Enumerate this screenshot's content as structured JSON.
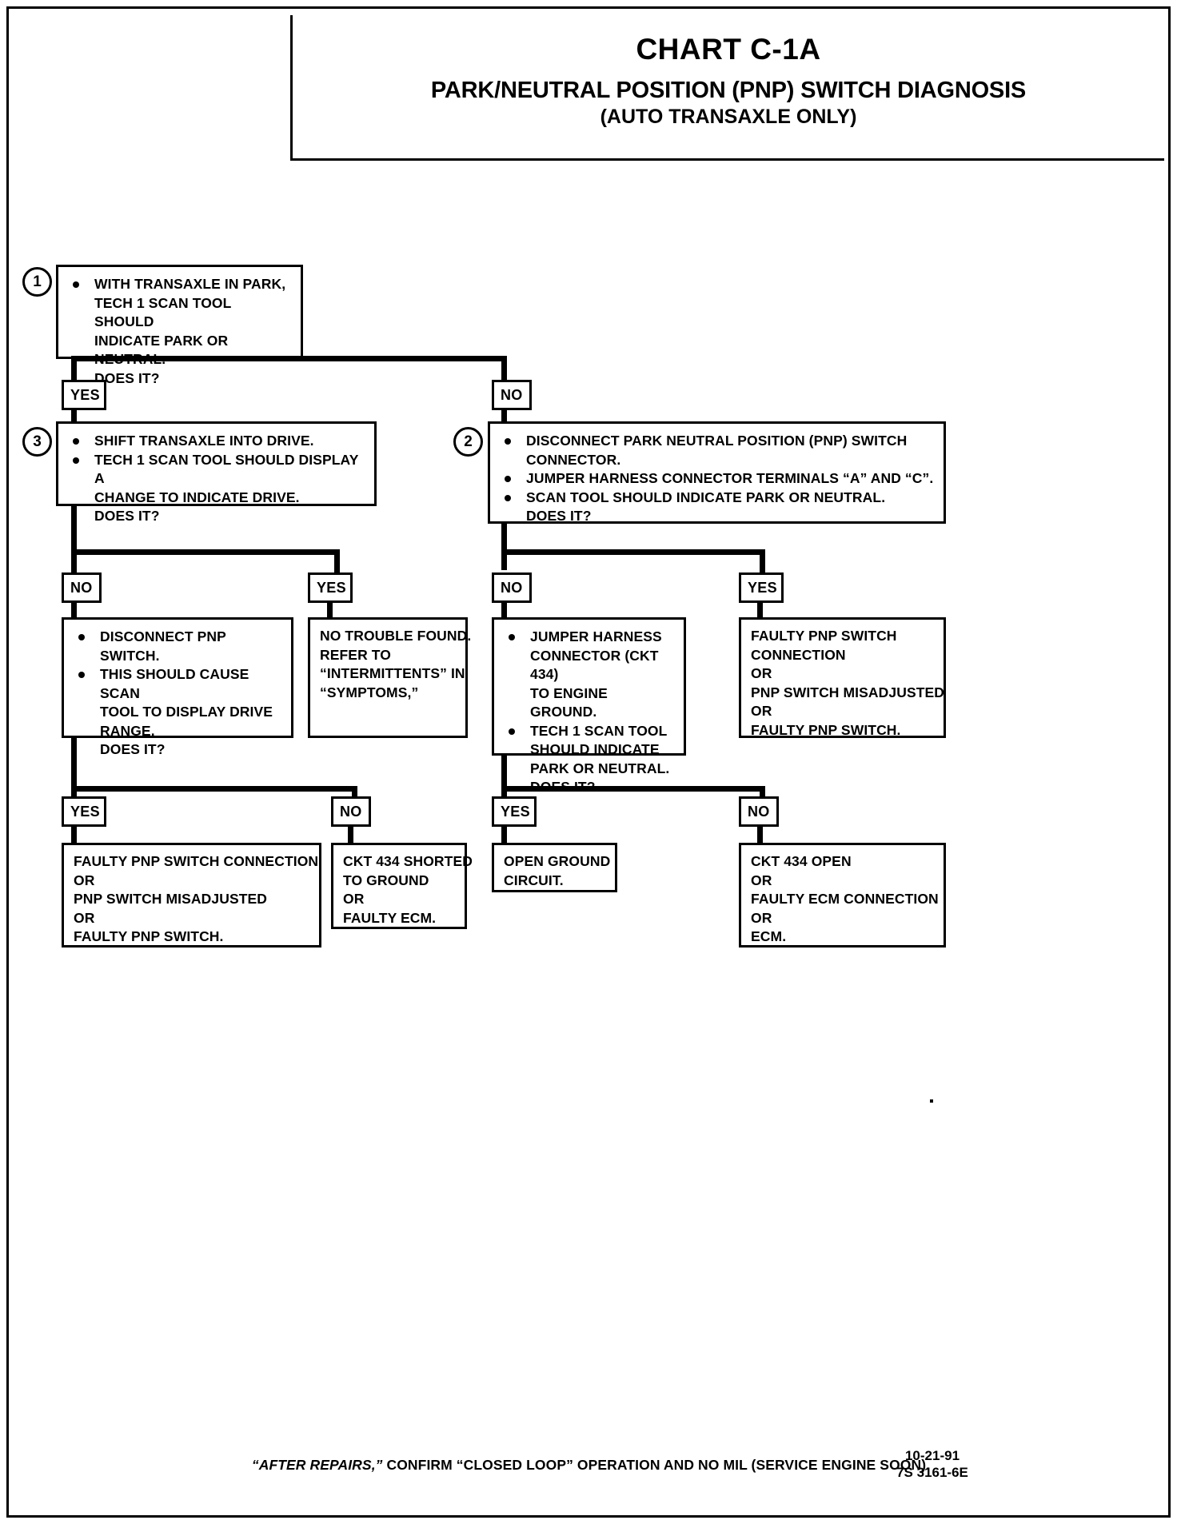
{
  "header": {
    "chart_number": "CHART C-1A",
    "title": "PARK/NEUTRAL POSITION (PNP) SWITCH DIAGNOSIS",
    "subtitle": "(AUTO TRANSAXLE ONLY)"
  },
  "steps": {
    "one": {
      "number": "1",
      "lines": [
        "WITH TRANSAXLE IN PARK,",
        "TECH 1 SCAN TOOL SHOULD",
        "INDICATE PARK OR NEUTRAL.",
        "DOES IT?"
      ]
    },
    "two": {
      "number": "2",
      "bullet1_l1": "DISCONNECT PARK NEUTRAL POSITION (PNP) SWITCH",
      "bullet1_l2": "CONNECTOR.",
      "bullet2": "JUMPER HARNESS CONNECTOR TERMINALS “A” AND “C”.",
      "bullet3_l1": "SCAN TOOL SHOULD INDICATE PARK OR NEUTRAL.",
      "bullet3_l2": "DOES IT?"
    },
    "three": {
      "number": "3",
      "bullet1": "SHIFT TRANSAXLE INTO DRIVE.",
      "bullet2_l1": "TECH 1 SCAN TOOL SHOULD DISPLAY A",
      "bullet2_l2": "CHANGE TO INDICATE DRIVE.",
      "bullet2_l3": "DOES IT?"
    }
  },
  "answers": {
    "q1_yes": "YES",
    "q1_no": "NO",
    "q3_no": "NO",
    "q3_yes": "YES",
    "q2_no": "NO",
    "q2_yes": "YES",
    "q4_yes": "YES",
    "q4_no": "NO",
    "q5_yes": "YES",
    "q5_no": "NO"
  },
  "boxes": {
    "disconnect_pnp": {
      "bullet1": "DISCONNECT PNP SWITCH.",
      "bullet2_l1": "THIS SHOULD CAUSE SCAN",
      "bullet2_l2": "TOOL TO DISPLAY DRIVE",
      "bullet2_l3": "RANGE.",
      "bullet2_l4": "DOES IT?"
    },
    "no_trouble": {
      "l1": "NO TROUBLE FOUND.",
      "l2": "REFER TO",
      "l3": "“INTERMITTENTS” IN",
      "l4": "“SYMPTOMS,”"
    },
    "jumper_ground": {
      "bullet1_l1": "JUMPER HARNESS",
      "bullet1_l2": "CONNECTOR (CKT 434)",
      "bullet1_l3": "TO ENGINE GROUND.",
      "bullet2_l1": "TECH 1 SCAN TOOL",
      "bullet2_l2": "SHOULD INDICATE",
      "bullet2_l3": "PARK OR NEUTRAL.",
      "bullet2_l4": "DOES IT?"
    },
    "faulty_conn_right": {
      "l1": "FAULTY PNP SWITCH",
      "l2": "CONNECTION",
      "l3": "OR",
      "l4": "PNP SWITCH MISADJUSTED",
      "l5": "OR",
      "l6": "FAULTY PNP SWITCH."
    },
    "faulty_conn_left": {
      "l1": "FAULTY PNP SWITCH CONNECTION",
      "l2": "OR",
      "l3": "PNP SWITCH MISADJUSTED",
      "l4": "OR",
      "l5": "FAULTY PNP SWITCH."
    },
    "ckt_shorted": {
      "l1": "CKT 434 SHORTED",
      "l2": "TO GROUND",
      "l3": "OR",
      "l4": "FAULTY ECM."
    },
    "open_ground": {
      "l1": "OPEN GROUND",
      "l2": "CIRCUIT."
    },
    "ckt_open": {
      "l1": "CKT 434 OPEN",
      "l2": "OR",
      "l3": "FAULTY ECM CONNECTION",
      "l4": "OR",
      "l5": "ECM."
    }
  },
  "footer": {
    "note_italic": "“AFTER REPAIRS,”",
    "note_rest": " CONFIRM “CLOSED LOOP” OPERATION AND NO MIL (SERVICE ENGINE SOON).",
    "date": "10-21-91",
    "doc_id": "7S 3161-6E"
  }
}
